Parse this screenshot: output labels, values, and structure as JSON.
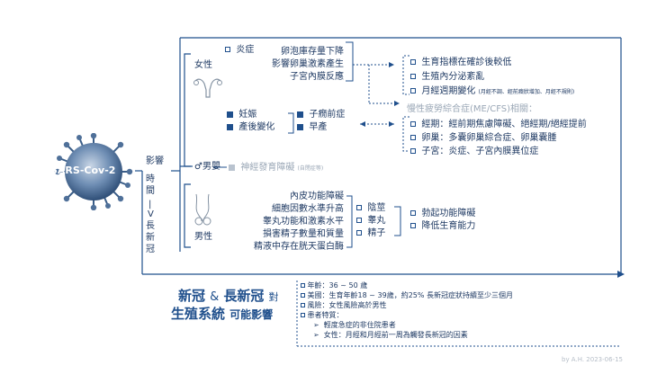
{
  "virus": {
    "label": "SARS-Cov-2"
  },
  "timeline": {
    "affect": "影響",
    "time": "時間",
    "chars": [
      "|",
      "V"
    ],
    "long": [
      "長",
      "新",
      "冠"
    ]
  },
  "female": {
    "label": "女性",
    "inflammation": "炎症",
    "ovary": [
      "卵泡庫存量下降",
      "影響卵巢激素產生",
      "子宮內膜反應"
    ],
    "pregnancy": "妊娠",
    "postpartum": "產後變化",
    "preeclampsia": "子癇前症",
    "preterm": "早產"
  },
  "results": {
    "items": [
      "生育指標在確診後較低",
      "生殖內分泌紊亂",
      "月經週期變化"
    ],
    "note": "(月經不調、經前癥狀增加、月經不規則)"
  },
  "mecfs": {
    "title": "慢性疲勞綜合症(ME/CFS)相關：",
    "items": [
      "經期：經前期焦慮障礙、絕經期/絕經提前",
      "卵巢：多囊卵巢綜合症、卵巢囊腫",
      "子宮：炎症、子宮內膜異位症"
    ]
  },
  "infant": {
    "label": "男嬰",
    "symbol": "♂",
    "item": "神經發育障礙",
    "note": "(自閉症等)"
  },
  "male": {
    "label": "男性",
    "issues": [
      "內皮功能障礙",
      "細胞因數水準升高",
      "睾丸功能和激素水平",
      "損害精子數量和質量",
      "精液中存在胱天蛋白酶"
    ],
    "organs": [
      "陰莖",
      "睾丸",
      "精子"
    ],
    "results": [
      "勃起功能障礙",
      "降低生育能力"
    ]
  },
  "summary": {
    "line1a": "新冠",
    "amp": "&",
    "line1b": "長新冠",
    "line1c": "對",
    "line2a": "生殖系統",
    "line2b": "可能影響",
    "items": [
      "年齡：36 ~ 50 歲",
      "美國：生育年齡18 ~ 39歲，約25% 長新冠症狀持續至少三個月",
      "風險：女性風險高於男性",
      "患者特質："
    ],
    "subitems": [
      "輕度急症的非住院患者",
      "女性：月經和月經前一周為觸發長新冠的因素"
    ]
  },
  "credit": "by A.H. 2023-06-15",
  "colors": {
    "primary": "#1f4f8c",
    "text": "#1f3a63",
    "muted": "#9aa7b6"
  }
}
